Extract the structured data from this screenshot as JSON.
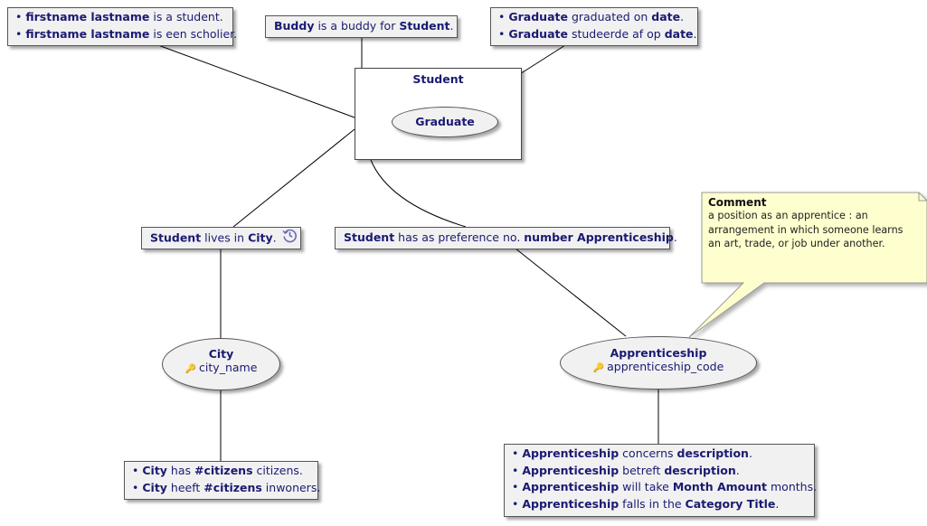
{
  "notes": {
    "top_left": [
      [
        "firstname lastname",
        " is a student."
      ],
      [
        "firstname lastname",
        " is een scholier."
      ]
    ],
    "buddy": [
      [
        "Buddy",
        " is a buddy for "
      ],
      [
        "Student",
        "."
      ]
    ],
    "graduate": [
      [
        "Graduate",
        " graduated on "
      ],
      [
        "date",
        "."
      ],
      [
        "Graduate",
        " studeerde af op "
      ],
      [
        "date",
        "."
      ]
    ]
  },
  "entities": {
    "student": {
      "title": "Student",
      "sub": "Graduate"
    },
    "city": {
      "title": "City",
      "attr": "city_name"
    },
    "apprenticeship": {
      "title": "Apprenticeship",
      "attr": "apprenticeship_code"
    }
  },
  "facts": {
    "lives_in": {
      "p1": "Student",
      "t1": " lives in ",
      "p2": "City",
      "t2": "."
    },
    "preference": {
      "p1": "Student",
      "t1": " has as preference no. ",
      "p2": "number Apprenticeship",
      "t2": "."
    }
  },
  "city_lines": [
    {
      "b1": "City",
      "t1": " has ",
      "b2": "#citizens",
      "t2": " citizens."
    },
    {
      "b1": "City",
      "t1": " heeft ",
      "b2": "#citizens",
      "t2": " inwoners."
    }
  ],
  "app_lines": [
    {
      "b1": "Apprenticeship",
      "t1": " concerns ",
      "b2": "description",
      "t2": "."
    },
    {
      "b1": "Apprenticeship",
      "t1": " betreft ",
      "b2": "description",
      "t2": "."
    },
    {
      "b1": "Apprenticeship",
      "t1": " will take ",
      "b2": "Month Amount",
      "t2": " months."
    },
    {
      "b1": "Apprenticeship",
      "t1": " falls in the ",
      "b2": "Category Title",
      "t2": "."
    }
  ],
  "comment": {
    "title": "Comment",
    "body": "a position as an apprentice : an\narrangement in which someone learns\nan art, trade, or job under another."
  },
  "colors": {
    "text": "#1a1a72",
    "fill": "#f1f1f1",
    "comment_fill": "#fefece",
    "line": "#000000"
  },
  "icons": {
    "key": "key-icon",
    "history": "history-icon"
  }
}
